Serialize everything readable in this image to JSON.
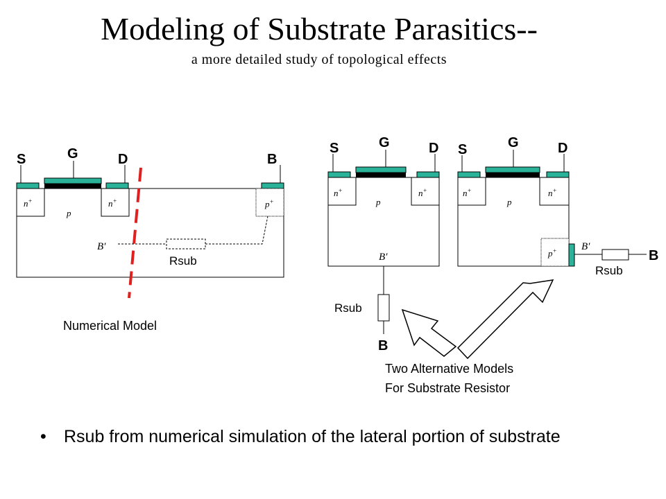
{
  "title": "Modeling of  Substrate Parasitics--",
  "subtitle": "a more detailed study of topological effects",
  "colors": {
    "contact": "#2bb39a",
    "gate": "#000000",
    "cut_line": "#e0201e"
  },
  "terminals": {
    "source": "S",
    "gate": "G",
    "drain": "D",
    "body": "B"
  },
  "regions": {
    "n_plus": "n",
    "n_plus_sup": "+",
    "p_plus": "p",
    "p_plus_sup": "+",
    "p_sub": "p",
    "node": "B′"
  },
  "resistor_label": "Rsub",
  "numerical_model_label": "Numerical Model",
  "alternatives_label": [
    "Two Alternative Models",
    "For Substrate Resistor"
  ],
  "bullet": {
    "marker": "•",
    "text": "Rsub from numerical simulation of the lateral portion of substrate"
  }
}
